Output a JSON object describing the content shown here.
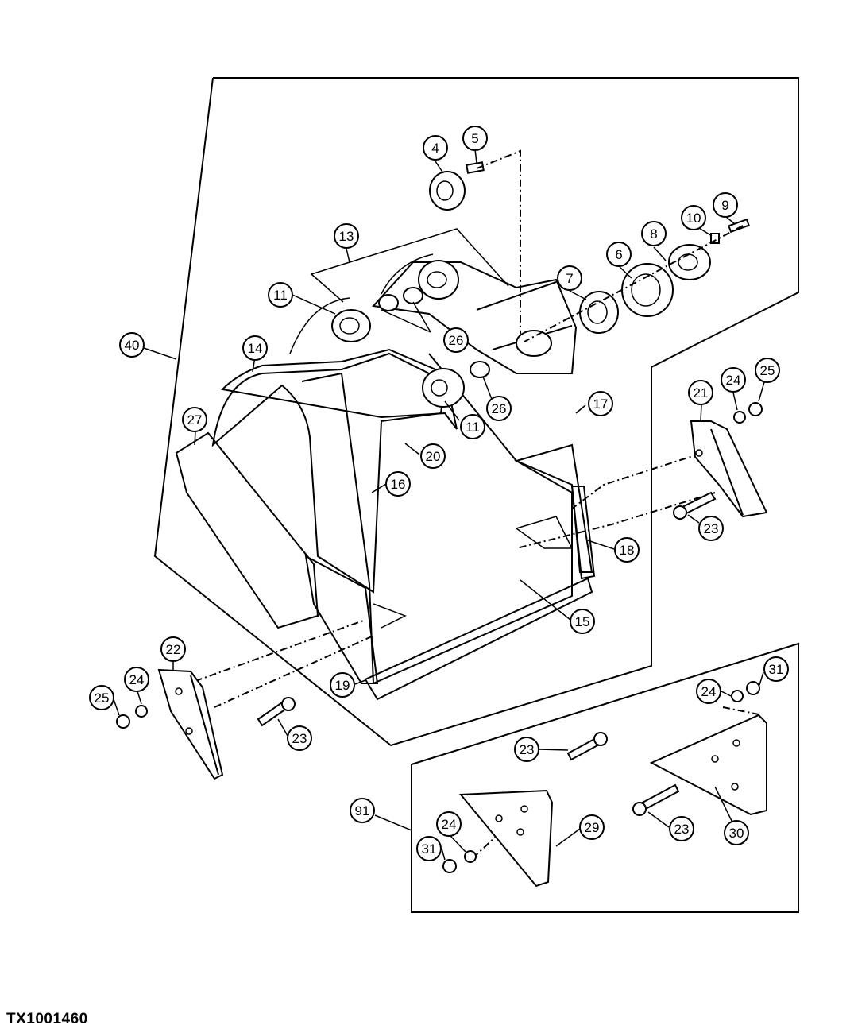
{
  "figure_id": "TX1001460",
  "callouts": [
    "4",
    "5",
    "9",
    "10",
    "8",
    "6",
    "7",
    "13",
    "11",
    "26",
    "26",
    "40",
    "14",
    "11",
    "26",
    "17",
    "27",
    "20",
    "16",
    "21",
    "24",
    "25",
    "23",
    "18",
    "15",
    "22",
    "24",
    "25",
    "19",
    "23",
    "24",
    "31",
    "23",
    "91",
    "24",
    "29",
    "31",
    "23",
    "30"
  ]
}
